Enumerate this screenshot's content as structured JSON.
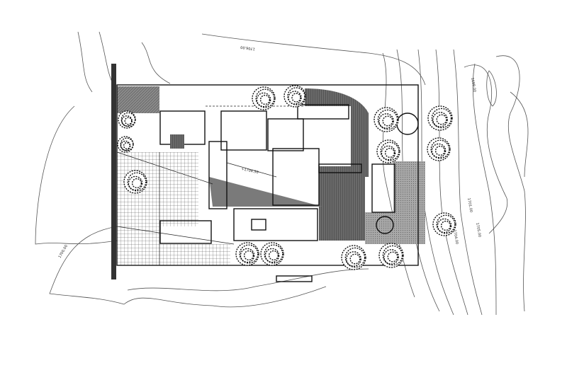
{
  "drawing": {
    "type": "site plan",
    "contour_labels": [
      "1706.00",
      "1699.00",
      "1700.00",
      "1701.00",
      "1705.00",
      "1704.00"
    ],
    "interior_labels": [
      "+1704.50"
    ],
    "colors": {
      "line": "#111111",
      "hatch_dark": "#555555",
      "hatch_mid": "#9a9a9a",
      "background": "#ffffff"
    }
  }
}
